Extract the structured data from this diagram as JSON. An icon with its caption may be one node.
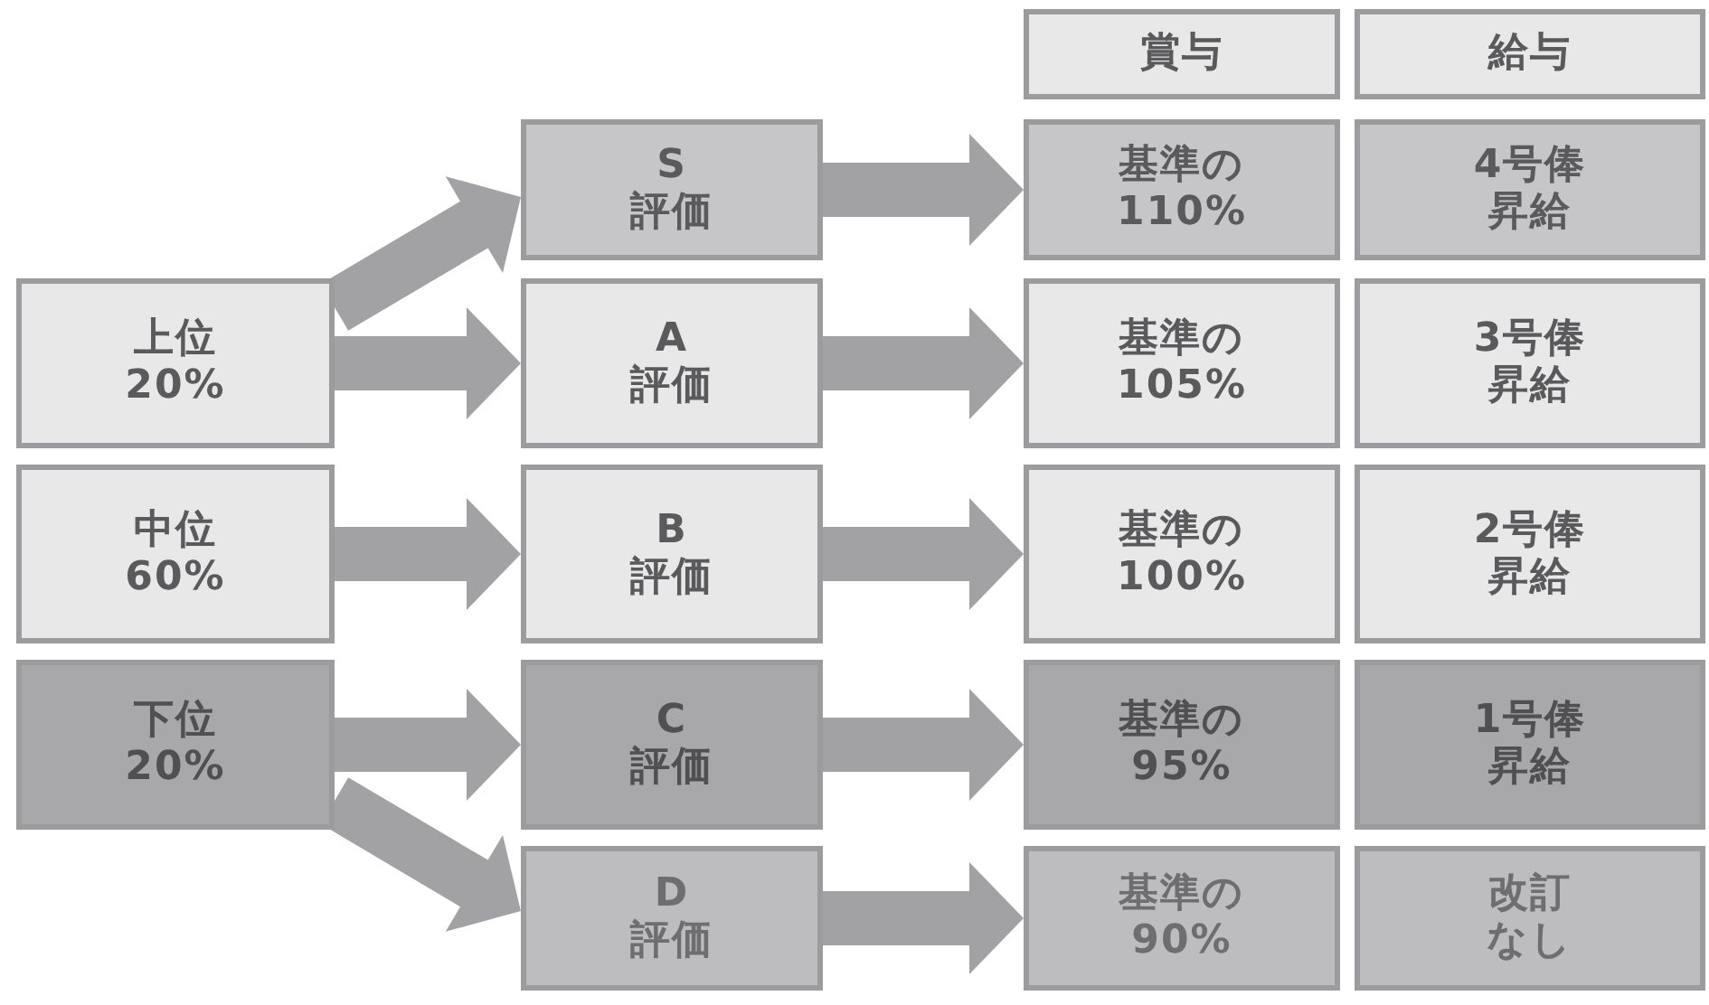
{
  "diagram": {
    "nodes": [
      {
        "text": [
          "賞与"
        ]
      },
      {
        "text": [
          "給与"
        ]
      },
      {
        "text": [
          "S",
          "評価"
        ]
      },
      {
        "text": [
          "基準の",
          "110%"
        ]
      },
      {
        "text": [
          "4号俸",
          "昇給"
        ]
      },
      {
        "text": [
          "上位",
          "20%"
        ]
      },
      {
        "text": [
          "A",
          "評価"
        ]
      },
      {
        "text": [
          "基準の",
          "105%"
        ]
      },
      {
        "text": [
          "3号俸",
          "昇給"
        ]
      },
      {
        "text": [
          "中位",
          "60%"
        ]
      },
      {
        "text": [
          "B",
          "評価"
        ]
      },
      {
        "text": [
          "基準の",
          "100%"
        ]
      },
      {
        "text": [
          "2号俸",
          "昇給"
        ]
      },
      {
        "text": [
          "下位",
          "20%"
        ]
      },
      {
        "text": [
          "C",
          "評価"
        ]
      },
      {
        "text": [
          "基準の",
          "95%"
        ]
      },
      {
        "text": [
          "1号俸",
          "昇給"
        ]
      },
      {
        "text": [
          "D",
          "評価"
        ]
      },
      {
        "text": [
          "基準の",
          "90%"
        ]
      },
      {
        "text": [
          "改訂",
          "なし"
        ]
      }
    ],
    "edges": [
      {
        "from": 5,
        "to": 2,
        "arrow": "to"
      },
      {
        "from": 5,
        "to": 6,
        "arrow": "to"
      },
      {
        "from": 9,
        "to": 10,
        "arrow": "to"
      },
      {
        "from": 13,
        "to": 14,
        "arrow": "to"
      },
      {
        "from": 13,
        "to": 17,
        "arrow": "to"
      },
      {
        "from": 2,
        "to": 3,
        "arrow": "to"
      },
      {
        "from": 6,
        "to": 7,
        "arrow": "to"
      },
      {
        "from": 10,
        "to": 11,
        "arrow": "to"
      },
      {
        "from": 14,
        "to": 15,
        "arrow": "to"
      },
      {
        "from": 17,
        "to": 18,
        "arrow": "to"
      }
    ]
  }
}
